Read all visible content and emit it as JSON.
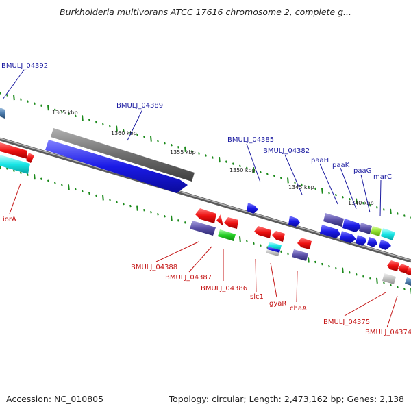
{
  "title": "Burkholderia multivorans ATCC 17616 chromosome 2, complete g...",
  "footer": {
    "accession": "Accession: NC_010805",
    "summary": "Topology: circular; Length: 2,473,162 bp; Genes: 2,138"
  },
  "scale_labels": [
    "1365 kbp",
    "1360 kbp",
    "1355 kbp",
    "1350 kbp",
    "1345 kbp",
    "1340 kbp"
  ],
  "forward_gene_labels": [
    "BMULJ_04392",
    "BMULJ_04389",
    "BMULJ_04385",
    "BMULJ_04382",
    "paaH",
    "paaK",
    "paaG",
    "marC"
  ],
  "reverse_gene_labels": [
    "iorA",
    "BMULJ_04388",
    "BMULJ_04387",
    "BMULJ_04386",
    "slc1",
    "gyaR",
    "chaA",
    "BMULJ_04375",
    "BMULJ_04374"
  ],
  "colors": {
    "forward_label": "#1a1aa0",
    "reverse_label": "#c41414",
    "forward_gene": "#1010e0",
    "reverse_gene": "#ee1111",
    "tick": "#1b8a1b",
    "backbone": "#808080"
  }
}
